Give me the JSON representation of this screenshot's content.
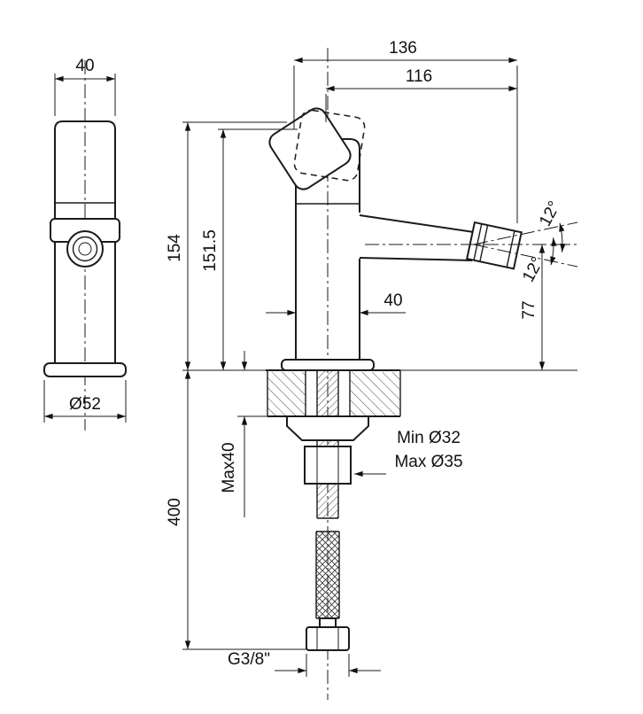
{
  "page": {
    "background_color": "#ffffff",
    "line_color": "#1b1b1b"
  },
  "front_view": {
    "dim_top_width": "40",
    "dim_base_diameter": "Ø52"
  },
  "side_view": {
    "dim_reach_total": "136",
    "dim_reach_aerator": "116",
    "dim_height_total": "154",
    "dim_height_aerator": "151.5",
    "dim_angle_upper": "12°",
    "dim_angle_lower": "12°",
    "dim_aerator_height": "77",
    "dim_body_depth": "40",
    "dim_deck_thickness": "Max40",
    "dim_hole_min": "Min Ø32",
    "dim_hole_max": "Max Ø35",
    "dim_hose_length": "400",
    "dim_thread": "G3/8\""
  }
}
